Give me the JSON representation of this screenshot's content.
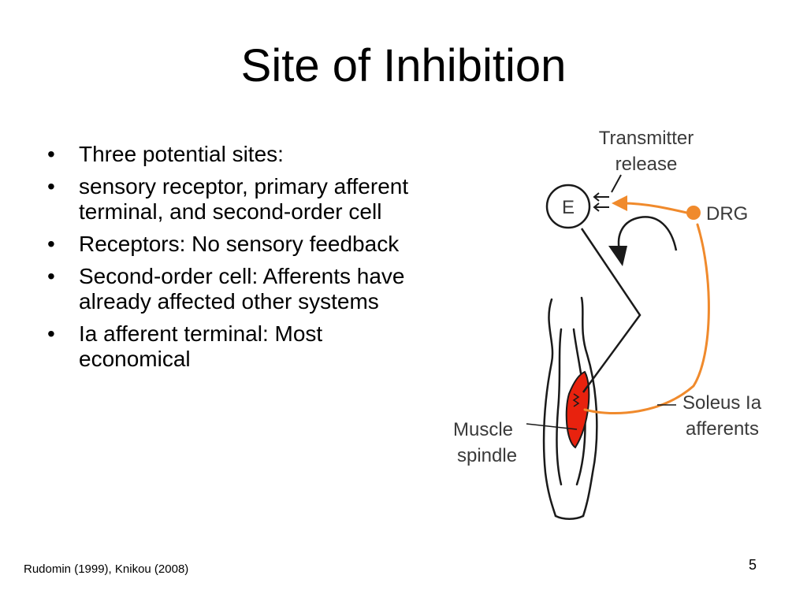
{
  "slide": {
    "title": "Site of Inhibition",
    "bullet_glyph": "•",
    "bullets": [
      "Three potential sites:",
      "sensory receptor, primary afferent terminal, and second-order cell",
      "Receptors: No sensory feedback",
      "Second-order cell: Afferents have already affected other systems",
      "Ia afferent terminal: Most economical"
    ],
    "footer_citation": "Rudomin (1999), Knikou (2008)",
    "page_number": "5"
  },
  "diagram": {
    "labels": {
      "transmitter_line1": "Transmitter",
      "transmitter_line2": "release",
      "neuron_e": "E",
      "drg": "DRG",
      "soleus_line1": "Soleus Ia",
      "soleus_line2": "afferents",
      "muscle_line1": "Muscle",
      "muscle_line2": "spindle"
    },
    "colors": {
      "afferent_orange": "#f08a2c",
      "muscle_red": "#e8220e",
      "outline": "#1a1a1a",
      "label_gray": "#3a3a3a"
    }
  }
}
